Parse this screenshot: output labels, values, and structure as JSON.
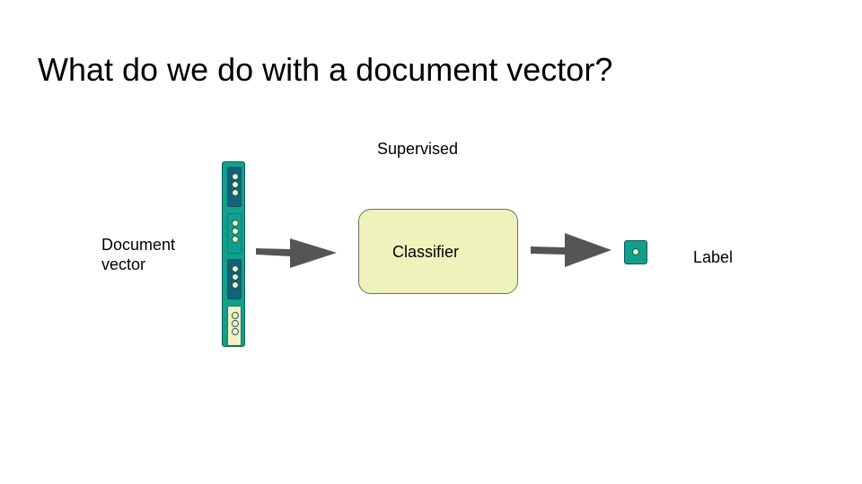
{
  "slide": {
    "title": "What do we do with a document vector?"
  },
  "diagram": {
    "input_label_line1": "Document",
    "input_label_line2": "vector",
    "stage_label": "Supervised",
    "model_label": "Classifier",
    "output_label": "Label"
  },
  "colors": {
    "vector_fill": "#12a08c",
    "vector_dark_cell": "#15607a",
    "vector_light_cell": "#f3f0c3",
    "classifier_fill": "#eff3bb",
    "arrow": "#555555"
  }
}
